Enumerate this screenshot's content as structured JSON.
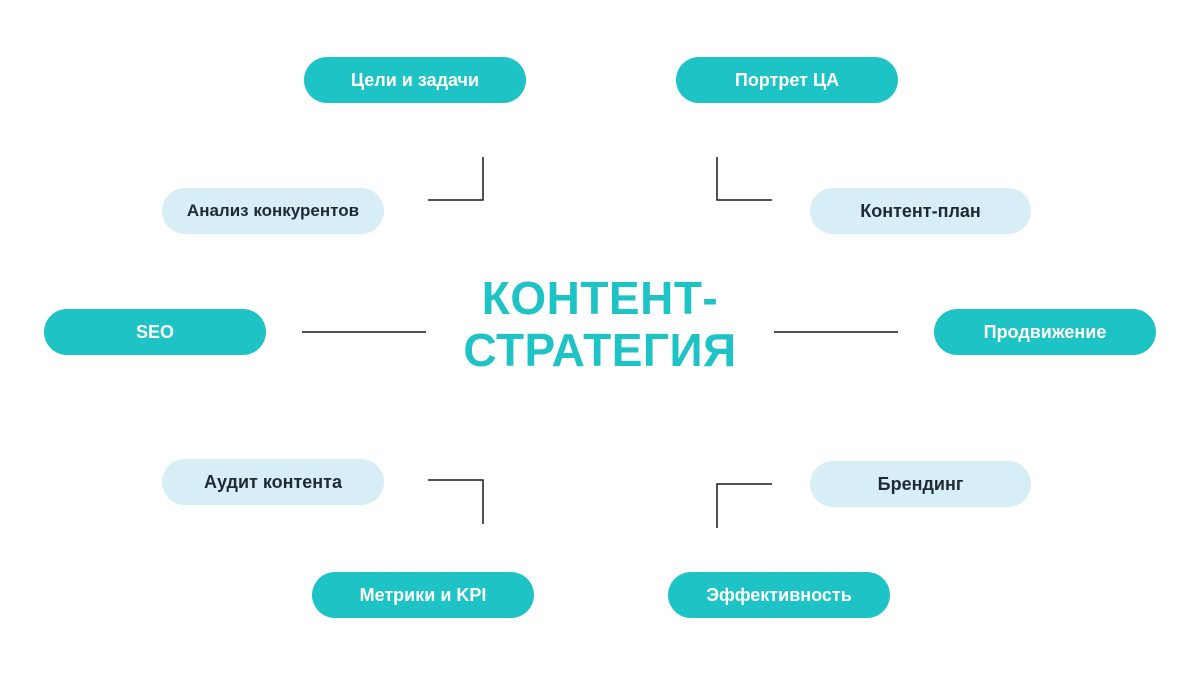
{
  "colors": {
    "teal": "#1ec3c6",
    "light": "#d8eef6",
    "connector": "#1a1a1a"
  },
  "center": {
    "line1": "КОНТЕНТ-",
    "line2": "СТРАТЕГИЯ"
  },
  "nodes": {
    "goals": "Цели и задачи",
    "audience": "Портрет ЦА",
    "competitors": "Анализ конкурентов",
    "content_plan": "Контент-план",
    "seo": "SEO",
    "promotion": "Продвижение",
    "audit": "Аудит контента",
    "branding": "Брендинг",
    "metrics": "Метрики и KPI",
    "efficiency": "Эффективность"
  }
}
